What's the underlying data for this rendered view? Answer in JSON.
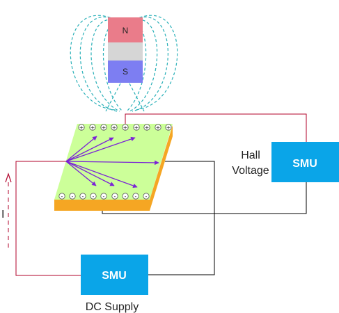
{
  "magnet": {
    "north_label": "N",
    "south_label": "S"
  },
  "hall_smu": {
    "label": "SMU",
    "caption_line1": "Hall",
    "caption_line2": "Voltage"
  },
  "supply_smu": {
    "label": "SMU",
    "caption": "DC Supply"
  },
  "current_label": "I",
  "charges": {
    "positive": "+",
    "negative": "-"
  },
  "colors": {
    "smu_fill": "#0aa5e8",
    "north_pole": "#ea7c8a",
    "south_pole": "#7d7ef2",
    "magnet_middle": "#d6d6d6",
    "field_lines": "#2ab0b8",
    "plate_top": "#ccff99",
    "plate_side": "#f5a623",
    "vectors": "#7a22d6",
    "wire_red": "#b0002a",
    "wire_black": "#000000"
  },
  "icons": {
    "current_arrow": "dashed-arrow-up-icon"
  }
}
